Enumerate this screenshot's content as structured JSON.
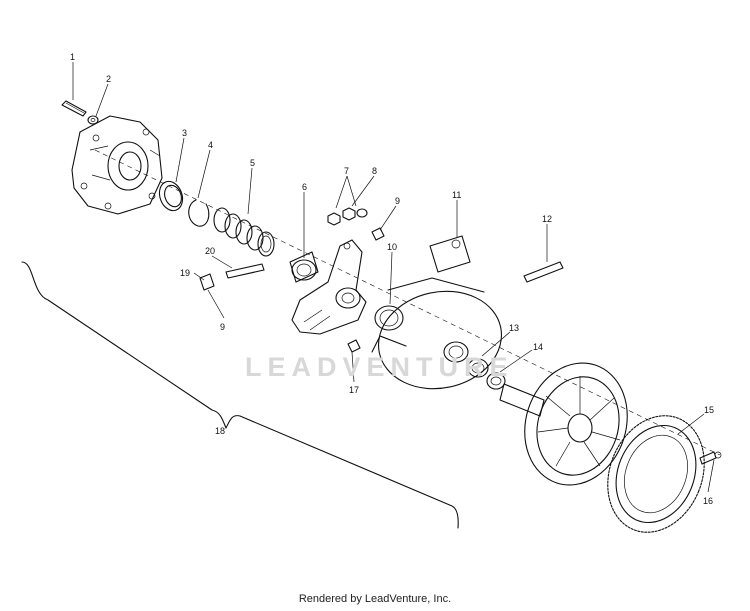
{
  "callouts": {
    "c1": "1",
    "c2": "2",
    "c3": "3",
    "c4": "4",
    "c5": "5",
    "c6": "6",
    "c7": "7",
    "c8": "8",
    "c9a": "9",
    "c9b": "9",
    "c10": "10",
    "c11": "11",
    "c12": "12",
    "c13": "13",
    "c14": "14",
    "c15": "15",
    "c16": "16",
    "c17": "17",
    "c18": "18",
    "c19": "19",
    "c20": "20"
  },
  "watermark": "LEADVENTURE",
  "footer": "Rendered by LeadVenture, Inc."
}
